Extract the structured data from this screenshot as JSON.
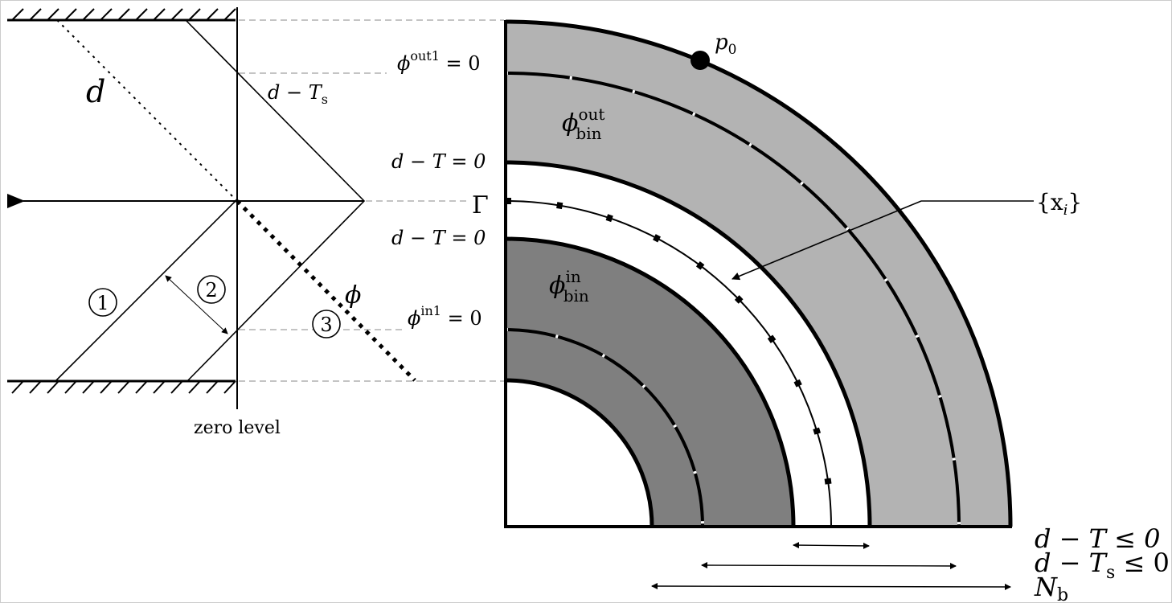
{
  "left": {
    "d_label": "d",
    "d_minus": "d − T",
    "d_minus_sub": "s",
    "zero_level": "zero level",
    "circle1": "1",
    "circle2": "2",
    "circle3": "3",
    "phi": "ϕ"
  },
  "right": {
    "phi_out1": "ϕ",
    "phi_out1_sup": "out1",
    "phi_out1_eq": " = 0",
    "dT0_top": "d − T = 0",
    "gamma": "Γ",
    "dT0_bottom": "d − T = 0",
    "phi_in1": "ϕ",
    "phi_in1_sup": "in1",
    "phi_in1_eq": " = 0",
    "p0": "p",
    "p0_sub": "0",
    "phi_bin_out": "ϕ",
    "phi_bin_out_sup": "out",
    "phi_bin_out_sub": "bin",
    "phi_bin_in": "ϕ",
    "phi_bin_in_sup": "in",
    "phi_bin_in_sub": "bin",
    "xi": "{x",
    "xi_sub": "i",
    "xi_close": "}"
  },
  "bars": {
    "dT_le0": "d − T ≤ 0",
    "dTs": "d − T",
    "dTs_sub": "s",
    "dTs_rest": " ≤ 0",
    "Nb": "N",
    "Nb_sub": "b"
  },
  "colors": {
    "outer_band": "#b3b3b3",
    "inner_band": "#7f7f7f"
  }
}
